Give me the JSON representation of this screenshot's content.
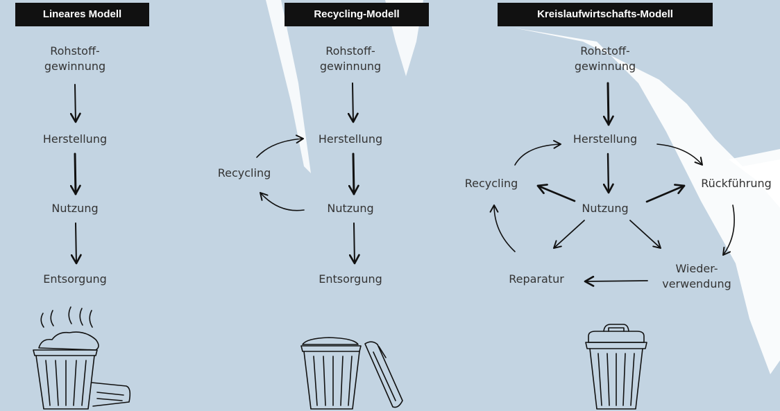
{
  "colors": {
    "background": "#c3d4e2",
    "header_bg": "#111111",
    "header_text": "#ffffff",
    "text": "#333333",
    "arrow": "#111111"
  },
  "models": [
    {
      "title": "Lineares Modell",
      "rohstoff_line1": "Rohstoff-",
      "rohstoff_line2": "gewinnung",
      "herstellung": "Herstellung",
      "nutzung": "Nutzung",
      "entsorgung": "Entsorgung",
      "icon": "trash-can-overflowing-icon"
    },
    {
      "title": "Recycling-Modell",
      "rohstoff_line1": "Rohstoff-",
      "rohstoff_line2": "gewinnung",
      "herstellung": "Herstellung",
      "nutzung": "Nutzung",
      "entsorgung": "Entsorgung",
      "recycling": "Recycling",
      "icon": "trash-can-open-lid-icon"
    },
    {
      "title": "Kreislaufwirtschafts-Modell",
      "rohstoff_line1": "Rohstoff-",
      "rohstoff_line2": "gewinnung",
      "herstellung": "Herstellung",
      "nutzung": "Nutzung",
      "recycling": "Recycling",
      "rueckfuehrung": "Rückführung",
      "reparatur": "Reparatur",
      "wieder_line1": "Wieder-",
      "wieder_line2": "verwendung",
      "icon": "trash-can-closed-icon"
    }
  ]
}
